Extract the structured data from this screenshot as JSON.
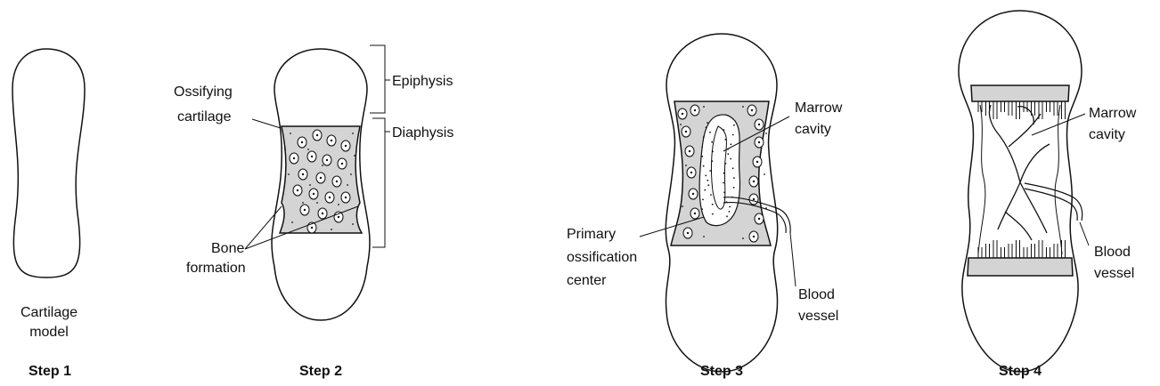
{
  "steps": [
    {
      "id": "step1",
      "title": "Step 1",
      "labels": {
        "model": [
          "Cartilage",
          "model"
        ]
      }
    },
    {
      "id": "step2",
      "title": "Step 2",
      "labels": {
        "ossifying": [
          "Ossifying",
          "cartilage"
        ],
        "epiphysis": "Epiphysis",
        "diaphysis": "Diaphysis",
        "bone": [
          "Bone",
          "formation"
        ]
      }
    },
    {
      "id": "step3",
      "title": "Step 3",
      "labels": {
        "marrow": [
          "Marrow",
          "cavity"
        ],
        "primary": [
          "Primary",
          "ossification",
          "center"
        ],
        "vessel": [
          "Blood",
          "vessel"
        ]
      }
    },
    {
      "id": "step4",
      "title": "Step 4",
      "labels": {
        "marrow": [
          "Marrow",
          "cavity"
        ],
        "vessel": [
          "Blood",
          "vessel"
        ]
      }
    }
  ],
  "colors": {
    "shading": "#d4d4d4",
    "line": "#111111",
    "background": "#ffffff"
  }
}
